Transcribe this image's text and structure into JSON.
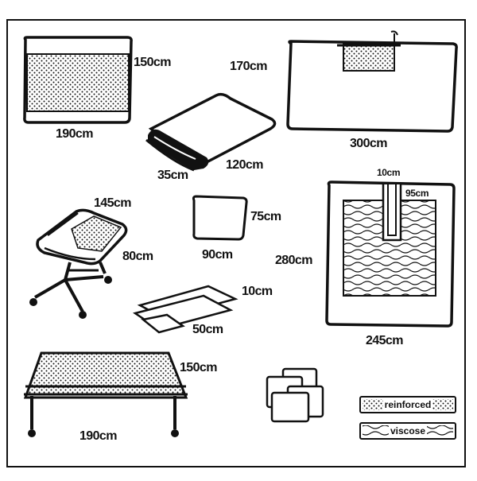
{
  "dimensions": {
    "top_left_sheet_h": "150cm",
    "top_left_sheet_w": "190cm",
    "top_right_drape_h": "170cm",
    "top_right_drape_w": "300cm",
    "cover_w": "35cm",
    "cover_l": "120cm",
    "stand_cover_w": "145cm",
    "stand_cover_h": "80cm",
    "towel_h": "75cm",
    "towel_w": "90cm",
    "large_drape_slit_w": "10cm",
    "large_drape_slit_l": "95cm",
    "large_drape_h": "280cm",
    "large_drape_w": "245cm",
    "tape_w": "10cm",
    "tape_l": "50cm",
    "table_cover_h": "150cm",
    "table_cover_w": "190cm"
  },
  "legend": {
    "reinforced": "reinforced",
    "viscose": "viscose"
  },
  "colors": {
    "ink": "#111111",
    "paper": "#ffffff"
  }
}
